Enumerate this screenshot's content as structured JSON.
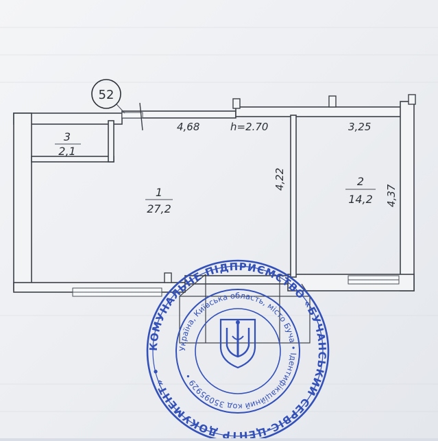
{
  "plan": {
    "apartment_number": "52",
    "ceiling_height": "h=2.70",
    "dimensions": {
      "top_left": "4,68",
      "top_right": "3,25",
      "partition_height": "4,22",
      "right_height": "4,37"
    },
    "rooms": [
      {
        "number": "1",
        "area": "27,2"
      },
      {
        "number": "2",
        "area": "14,2"
      },
      {
        "number": "3",
        "area": "2,1"
      }
    ]
  },
  "stamp": {
    "outer_text": "КОМУНАЛЬНЕ ПІДПРИЄМСТВО «БУЧАНСЬКИЙ СЕРВІС-ЦЕНТР ДОКУМЕНТ» •",
    "inner_text": "Україна, Київська область, місто Буча • Ідентифікаційний код 35095929 •",
    "color": "#3350b8",
    "emblem": "trident-emblem"
  },
  "colors": {
    "paper": "#eef0f2",
    "ink": "#2b2f36",
    "stamp": "#3350b8"
  }
}
